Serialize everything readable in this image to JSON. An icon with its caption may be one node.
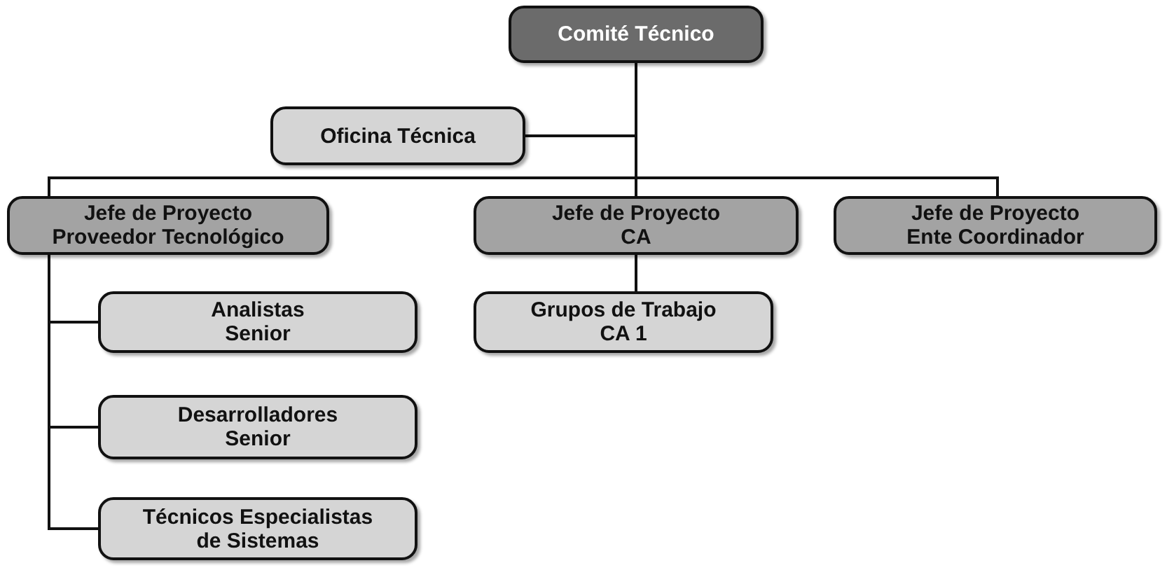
{
  "diagram": {
    "nodes": [
      {
        "text": [
          "Comité Técnico"
        ]
      },
      {
        "text": [
          "Oficina Técnica"
        ]
      },
      {
        "text": [
          "Jefe de Proyecto Proveedor Tecnológico"
        ]
      },
      {
        "text": [
          "Jefe de Proyecto CA"
        ]
      },
      {
        "text": [
          "Jefe de Proyecto Ente Coordinador"
        ]
      },
      {
        "text": [
          "Analistas Senior"
        ]
      },
      {
        "text": [
          "Grupos de Trabajo CA 1"
        ]
      },
      {
        "text": [
          "Desarrolladores Senior"
        ]
      },
      {
        "text": [
          "Técnicos Especialistas de Sistemas"
        ]
      }
    ],
    "edges": [
      {
        "from": 0,
        "to": 1,
        "arrow": "none"
      },
      {
        "from": 0,
        "to": 2,
        "arrow": "none"
      },
      {
        "from": 0,
        "to": 3,
        "arrow": "none"
      },
      {
        "from": 0,
        "to": 4,
        "arrow": "none"
      },
      {
        "from": 2,
        "to": 5,
        "arrow": "none"
      },
      {
        "from": 3,
        "to": 6,
        "arrow": "none"
      },
      {
        "from": 2,
        "to": 7,
        "arrow": "none"
      },
      {
        "from": 2,
        "to": 8,
        "arrow": "none"
      }
    ]
  }
}
